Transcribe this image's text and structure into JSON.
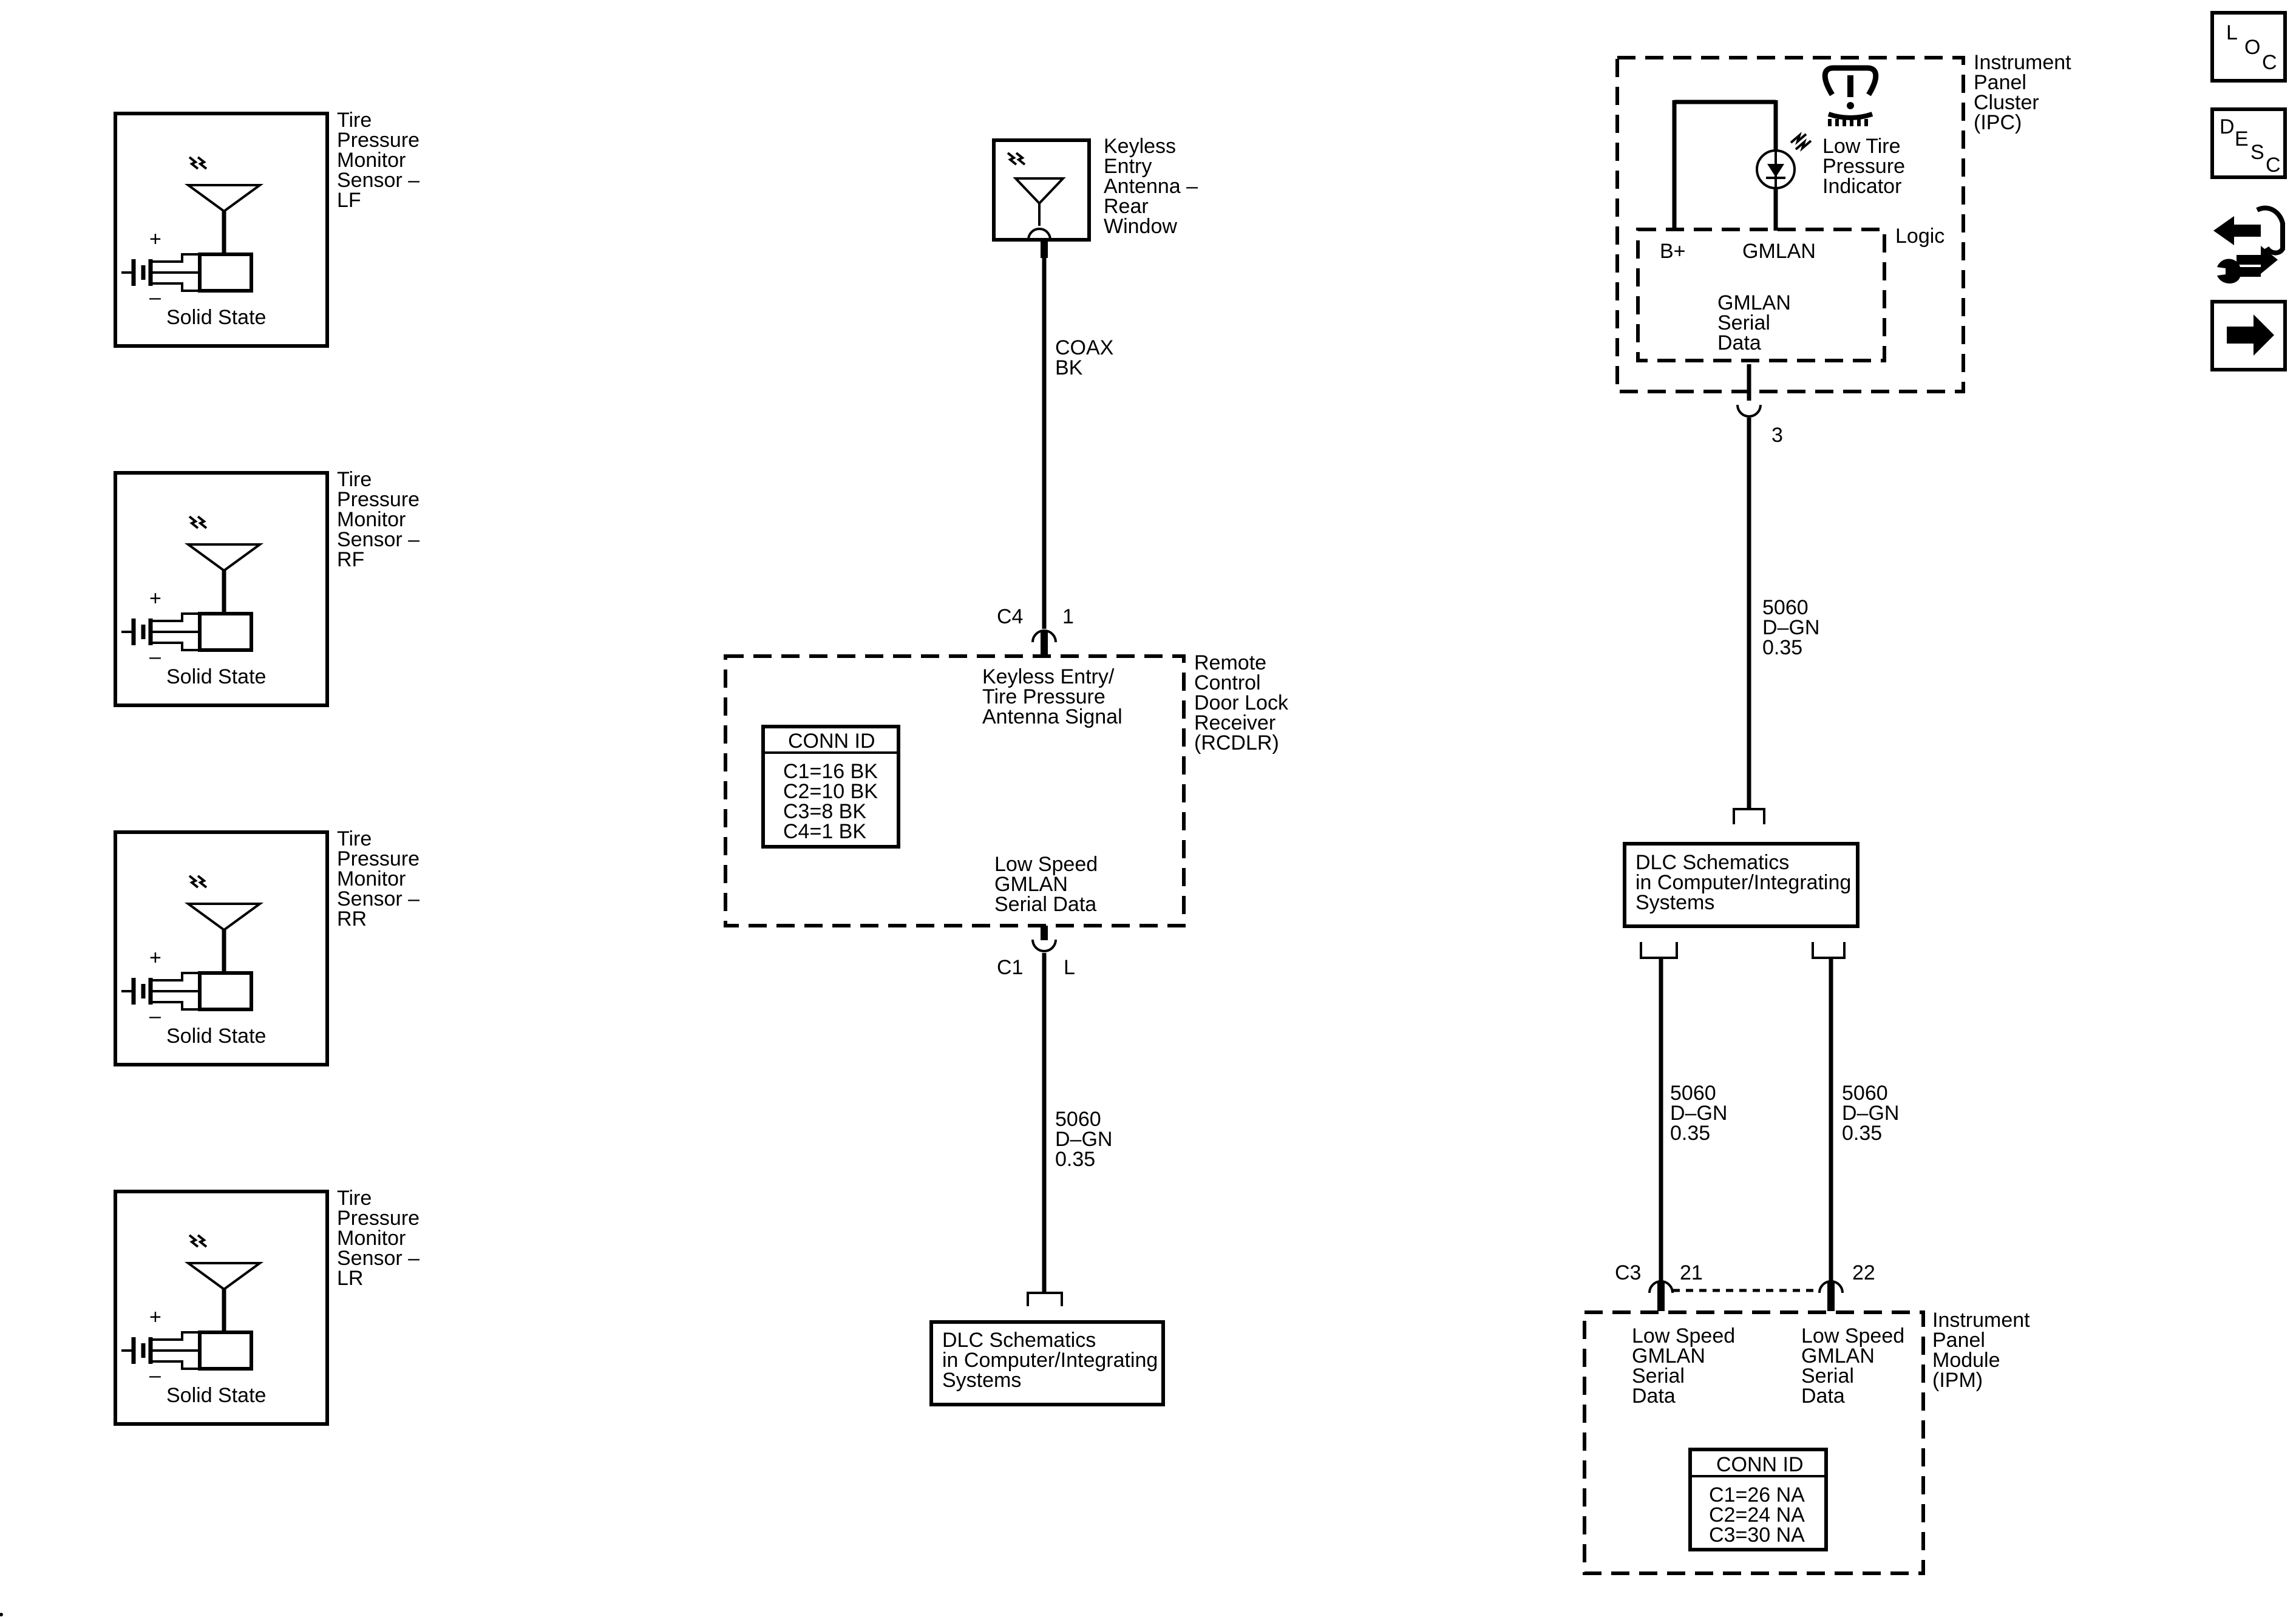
{
  "sensors": [
    {
      "title_lines": [
        "Tire",
        "Pressure",
        "Monitor",
        "Sensor –",
        "LF"
      ],
      "state": "Solid State",
      "plus": "+",
      "minus": "–"
    },
    {
      "title_lines": [
        "Tire",
        "Pressure",
        "Monitor",
        "Sensor –",
        "RF"
      ],
      "state": "Solid State",
      "plus": "+",
      "minus": "–"
    },
    {
      "title_lines": [
        "Tire",
        "Pressure",
        "Monitor",
        "Sensor –",
        "RR"
      ],
      "state": "Solid State",
      "plus": "+",
      "minus": "–"
    },
    {
      "title_lines": [
        "Tire",
        "Pressure",
        "Monitor",
        "Sensor –",
        "LR"
      ],
      "state": "Solid State",
      "plus": "+",
      "minus": "–"
    }
  ],
  "antenna": {
    "title_lines": [
      "Keyless",
      "Entry",
      "Antenna –",
      "Rear",
      "Window"
    ],
    "wire_lines": [
      "COAX",
      "BK"
    ]
  },
  "rcdlr": {
    "title_lines": [
      "Remote",
      "Control",
      "Door Lock",
      "Receiver",
      "(RCDLR)"
    ],
    "top_connector": "C4",
    "top_pin": "1",
    "signal_lines": [
      "Keyless Entry/",
      "Tire Pressure",
      "Antenna Signal"
    ],
    "conn_id_title": "CONN ID",
    "conn_id_lines": [
      "C1=16 BK",
      "C2=10 BK",
      "C3=8 BK",
      "C4=1 BK"
    ],
    "bottom_lines": [
      "Low Speed",
      "GMLAN",
      "Serial Data"
    ],
    "bottom_connector": "C1",
    "bottom_pin": "L"
  },
  "wire_left": {
    "lines": [
      "5060",
      "D–GN",
      "0.35"
    ]
  },
  "dlc_left": {
    "lines": [
      "DLC Schematics",
      "in Computer/Integrating",
      "Systems"
    ]
  },
  "ipc": {
    "title_lines": [
      "Instrument",
      "Panel",
      "Cluster",
      "(IPC)"
    ],
    "indicator_lines": [
      "Low Tire",
      "Pressure",
      "Indicator"
    ],
    "logic_label": "Logic",
    "bplus": "B+",
    "gmlan": "GMLAN",
    "serial_lines": [
      "GMLAN",
      "Serial",
      "Data"
    ],
    "pin": "3"
  },
  "wire_ipc": {
    "lines": [
      "5060",
      "D–GN",
      "0.35"
    ]
  },
  "dlc_right": {
    "lines": [
      "DLC Schematics",
      "in Computer/Integrating",
      "Systems"
    ]
  },
  "wire_ipm_left": {
    "lines": [
      "5060",
      "D–GN",
      "0.35"
    ]
  },
  "wire_ipm_right": {
    "lines": [
      "5060",
      "D–GN",
      "0.35"
    ]
  },
  "ipm": {
    "title_lines": [
      "Instrument",
      "Panel",
      "Module",
      "(IPM)"
    ],
    "connector": "C3",
    "pin_left": "21",
    "pin_right": "22",
    "left_lines": [
      "Low Speed",
      "GMLAN",
      "Serial",
      "Data"
    ],
    "right_lines": [
      "Low Speed",
      "GMLAN",
      "Serial",
      "Data"
    ],
    "conn_id_title": "CONN ID",
    "conn_id_lines": [
      "C1=26 NA",
      "C2=24 NA",
      "C3=30 NA"
    ]
  },
  "nav": {
    "loc": [
      "L",
      "O",
      "C"
    ],
    "desc": [
      "D",
      "E",
      "S",
      "C"
    ]
  }
}
